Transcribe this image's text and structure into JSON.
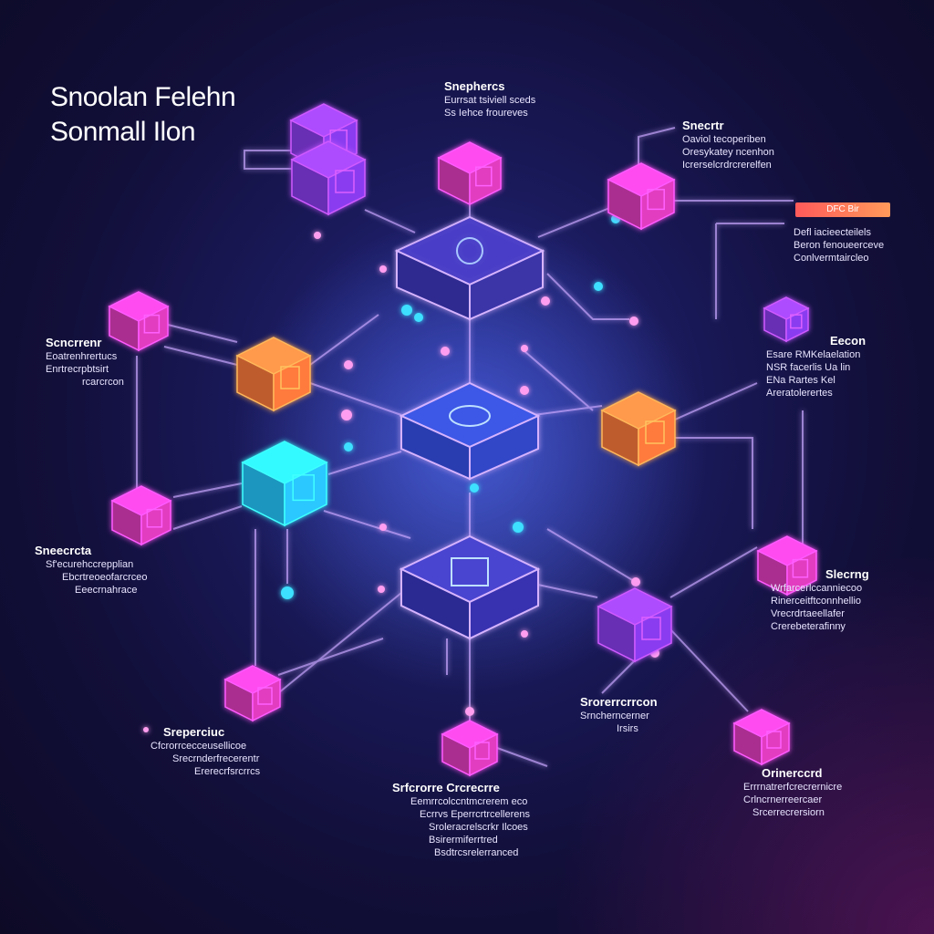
{
  "diagram": {
    "title": [
      "Snoolan Felehn",
      "Sonmall Ilon"
    ],
    "badge_label": "DFC Bir",
    "colors": {
      "magenta": "#e23cc0",
      "violet": "#8a3cf0",
      "orange": "#ff7a3c",
      "cyan": "#29c8ff",
      "blue": "#4a52e8",
      "connector": "#c9a7ff"
    },
    "callouts": [
      {
        "id": "top-center",
        "title": "Snephercs",
        "lines": [
          "Eurrsat tsiviell sceds",
          "Ss Iehce froureves"
        ]
      },
      {
        "id": "top-right",
        "title": "Snecrtr",
        "lines": [
          "Oaviol tecoperiben",
          "Oresykatey ncenhon",
          "Icrerselcrdrcrerelfen"
        ]
      },
      {
        "id": "right-upper",
        "title": "",
        "lines": [
          "Defl iacieecteilels",
          "Beron fenoueerceve",
          "Conlvermtaircleo"
        ]
      },
      {
        "id": "right-middle",
        "title": "Eecon",
        "lines": [
          "Esare RMKelaelation",
          "NSR facerlis Ua lin",
          "ENa Rartes Kel",
          "Areratolerertes"
        ]
      },
      {
        "id": "left-upper",
        "title": "Scncrrenr",
        "lines": [
          "Eoatrenhrertucs",
          "Enrtrecrpbtsirt",
          "rcarcrcon"
        ]
      },
      {
        "id": "left-middle",
        "title": "Sneecrcta",
        "lines": [
          "Sf'ecurehccrepplian",
          "Ebcrtreoeofarcrceo",
          "Eeecrnahrace"
        ]
      },
      {
        "id": "right-lower",
        "title": "Slecrng",
        "lines": [
          "Wrfarcerlccanniecoo",
          "Rinerceitftconnhellio",
          "Vrecrdrtaeellafer",
          "Crerebeterafinny"
        ]
      },
      {
        "id": "bottom-right-center",
        "title": "Srorerrcrrcon",
        "lines": [
          "Srncherncerner",
          "Irsirs"
        ]
      },
      {
        "id": "bottom-left",
        "title": "Sreperciuc",
        "lines": [
          "Cfcrorrcecceusellicoe",
          "Srecrnderfrecerentr",
          "Ererecrfsrcrrcs"
        ]
      },
      {
        "id": "bottom-center",
        "title": "Srfcrorre  Crcrecrre",
        "lines": [
          "Eemrrcolccntmcrerem eco",
          "Ecrrvs Eperrcrtrcellerens",
          "Sroleracrelscrkr Ilcoes",
          "Bsirermiferrtred",
          "Bsdtrcsrelerranced"
        ]
      },
      {
        "id": "bottom-right",
        "title": "Orinerccrd",
        "lines": [
          "Errrnatrerfcrecrernicre",
          "Crlncrnerreercaer",
          "Srcerrecrersiorn"
        ]
      }
    ]
  }
}
